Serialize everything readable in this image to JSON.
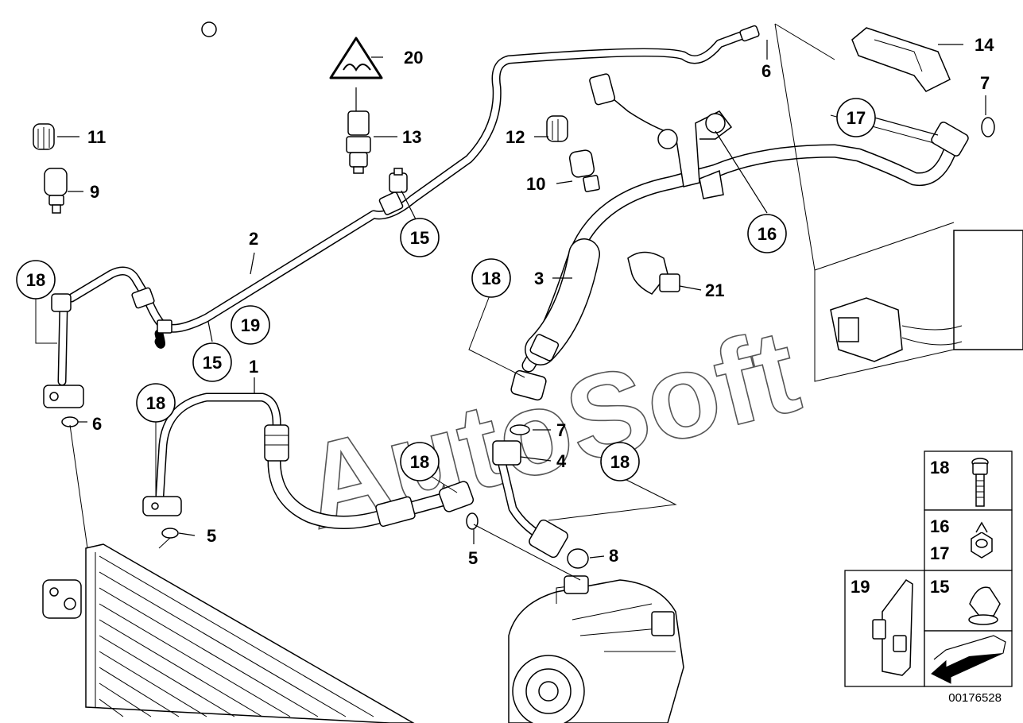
{
  "diagram_id": "00176528",
  "watermark": "AutoSoft",
  "callouts": {
    "c1": "1",
    "c2": "2",
    "c3": "3",
    "c4": "4",
    "c5a": "5",
    "c5b": "5",
    "c6a": "6",
    "c6b": "6",
    "c7a": "7",
    "c7b": "7",
    "c8": "8",
    "c9": "9",
    "c10": "10",
    "c11": "11",
    "c12": "12",
    "c13": "13",
    "c14": "14",
    "c15a": "15",
    "c15b": "15",
    "c16": "16",
    "c17": "17",
    "c18a": "18",
    "c18b": "18",
    "c18c": "18",
    "c18d": "18",
    "c18e": "18",
    "c19": "19",
    "c20": "20",
    "c21": "21"
  },
  "legend": {
    "l18": "18",
    "l16": "16",
    "l17": "17",
    "l19": "19",
    "l15": "15"
  }
}
